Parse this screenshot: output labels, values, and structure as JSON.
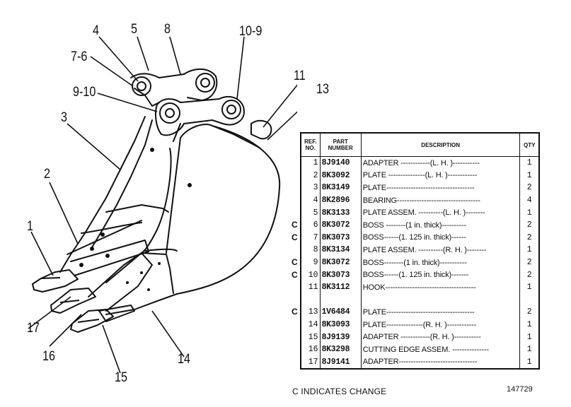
{
  "callouts": {
    "c1": "1",
    "c2": "2",
    "c3": "3",
    "c4": "4",
    "c5": "5",
    "c8": "8",
    "c10_9": "10-9",
    "c7_6": "7-6",
    "c9_10": "9-10",
    "c11": "11",
    "c13": "13",
    "c14": "14",
    "c15": "15",
    "c16": "16",
    "c17": "17"
  },
  "table": {
    "headers": {
      "ref": "REF. NO.",
      "part": "PART NUMBER",
      "desc": "DESCRIPTION",
      "qty": "QTY"
    },
    "rows": [
      {
        "change": "",
        "ref": "1",
        "part": "8J9140",
        "desc": "ADAPTER ------------(L. H. )-----------",
        "qty": "1"
      },
      {
        "change": "",
        "ref": "2",
        "part": "8K3092",
        "desc": "PLATE ---------------(L. H. )------------",
        "qty": "1"
      },
      {
        "change": "",
        "ref": "3",
        "part": "8K3149",
        "desc": "PLATE------------------------------------",
        "qty": "2"
      },
      {
        "change": "",
        "ref": "4",
        "part": "8K2896",
        "desc": "BEARING----------------------------------",
        "qty": "4"
      },
      {
        "change": "",
        "ref": "5",
        "part": "8K3133",
        "desc": "PLATE ASSEM. ----------(L. H. )--------",
        "qty": "1"
      },
      {
        "change": "C",
        "ref": "6",
        "part": "8K3072",
        "desc": "     BOSS --------(1 in. thick)----------",
        "qty": "2"
      },
      {
        "change": "C",
        "ref": "7",
        "part": "8K3073",
        "desc": "     BOSS------(1. 125 in. thick)------",
        "qty": "2"
      },
      {
        "change": "",
        "ref": "8",
        "part": "8K3134",
        "desc": "PLATE ASSEM. ----------(R. H. )--------",
        "qty": "1"
      },
      {
        "change": "C",
        "ref": "9",
        "part": "8K3072",
        "desc": "     BOSS--------(1 in. thick)-----------",
        "qty": "2"
      },
      {
        "change": "C",
        "ref": "10",
        "part": "8K3073",
        "desc": "     BOSS------(1. 125 in. thick)-------",
        "qty": "2"
      },
      {
        "change": "",
        "ref": "11",
        "part": "8K3112",
        "desc": "HOOK-------------------------------------",
        "qty": "1"
      },
      {
        "change": "",
        "ref": "",
        "part": "",
        "desc": "",
        "qty": ""
      },
      {
        "change": "C",
        "ref": "13",
        "part": "1V6484",
        "desc": "PLATE------------------------------------",
        "qty": "2"
      },
      {
        "change": "",
        "ref": "14",
        "part": "8K3093",
        "desc": "PLATE---------------(R. H. )------------",
        "qty": "1"
      },
      {
        "change": "",
        "ref": "15",
        "part": "8J9139",
        "desc": "ADAPTER ------------(R. H. )-----------",
        "qty": "1"
      },
      {
        "change": "",
        "ref": "16",
        "part": "8K3298",
        "desc": "CUTTING EDGE ASSEM. ---------------",
        "qty": "1"
      },
      {
        "change": "",
        "ref": "17",
        "part": "8J9141",
        "desc": "     ADAPTER--------------------------------",
        "qty": "1"
      }
    ]
  },
  "footnote": "C INDICATES CHANGE",
  "drawing_number": "147729"
}
